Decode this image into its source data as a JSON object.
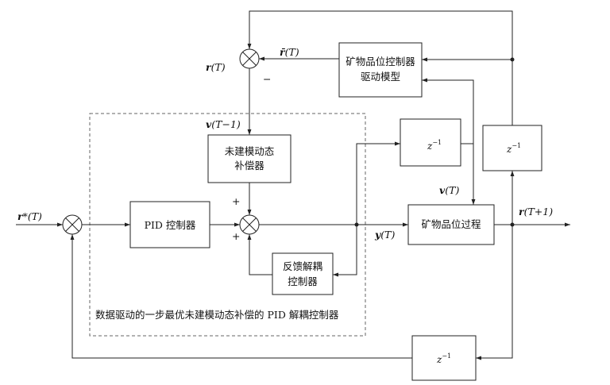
{
  "blocks": {
    "drive_model_l1": "矿物品位控制器",
    "drive_model_l2": "驱动模型",
    "comp_l1": "未建模动态",
    "comp_l2": "补偿器",
    "pid": "PID 控制器",
    "decoupler_l1": "反馈解耦",
    "decoupler_l2": "控制器",
    "process": "矿物品位过程",
    "delay": "z",
    "delay_exp": "−1"
  },
  "signals": {
    "r": "r",
    "r_arg": "(T)",
    "r_hat": "r̄",
    "r_hat_arg": "(T)",
    "v_prev": "v",
    "v_prev_arg": "(T−1)",
    "v": "v",
    "v_arg": "(T)",
    "r_star": "r",
    "r_star_mark": "*",
    "r_star_arg": "(T)",
    "y": "y",
    "y_arg": "(T)",
    "r_next": "r",
    "r_next_arg": "(T+1)"
  },
  "signs": {
    "minus": "−",
    "plus_top": "+",
    "plus_bottom": "+"
  },
  "dashed_label": "数据驱动的一步最优未建模动态补偿的 PID 解耦控制器"
}
